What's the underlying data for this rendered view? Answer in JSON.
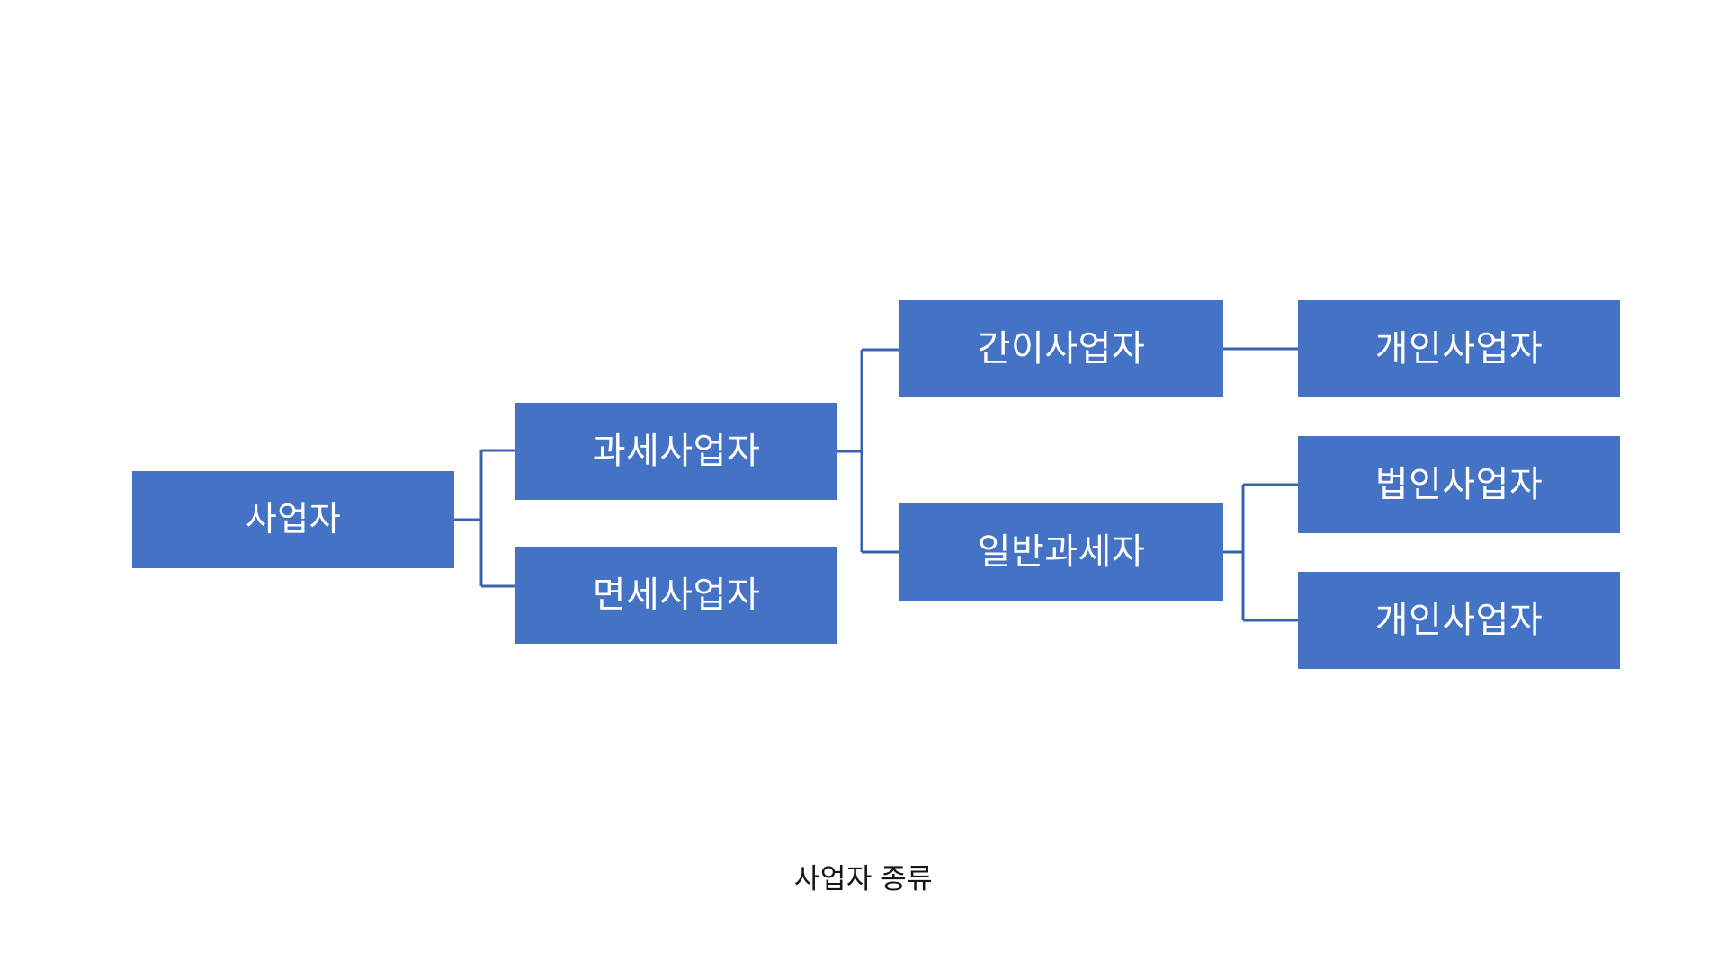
{
  "diagram": {
    "title": "사업자 종류",
    "caption": "사업자 종류",
    "type": "org-tree",
    "orientation": "left-to-right",
    "colors": {
      "node_fill": "#4472C4",
      "node_text": "#FFFFFF",
      "connector": "#3A63AE",
      "background": "#FFFFFF",
      "caption_text": "#151515"
    },
    "nodes": [
      {
        "id": "root",
        "label": "사업자",
        "level": 0
      },
      {
        "id": "taxable",
        "label": "과세사업자",
        "level": 1
      },
      {
        "id": "exempt",
        "label": "면세사업자",
        "level": 1
      },
      {
        "id": "simplified",
        "label": "간이사업자",
        "level": 2
      },
      {
        "id": "general",
        "label": "일반과세자",
        "level": 2
      },
      {
        "id": "sole-1",
        "label": "개인사업자",
        "level": 3
      },
      {
        "id": "corporate",
        "label": "법인사업자",
        "level": 3
      },
      {
        "id": "sole-2",
        "label": "개인사업자",
        "level": 3
      }
    ],
    "edges": [
      {
        "from": "root",
        "to": "taxable"
      },
      {
        "from": "root",
        "to": "exempt"
      },
      {
        "from": "taxable",
        "to": "simplified"
      },
      {
        "from": "taxable",
        "to": "general"
      },
      {
        "from": "simplified",
        "to": "sole-1"
      },
      {
        "from": "general",
        "to": "corporate"
      },
      {
        "from": "general",
        "to": "sole-2"
      }
    ]
  }
}
